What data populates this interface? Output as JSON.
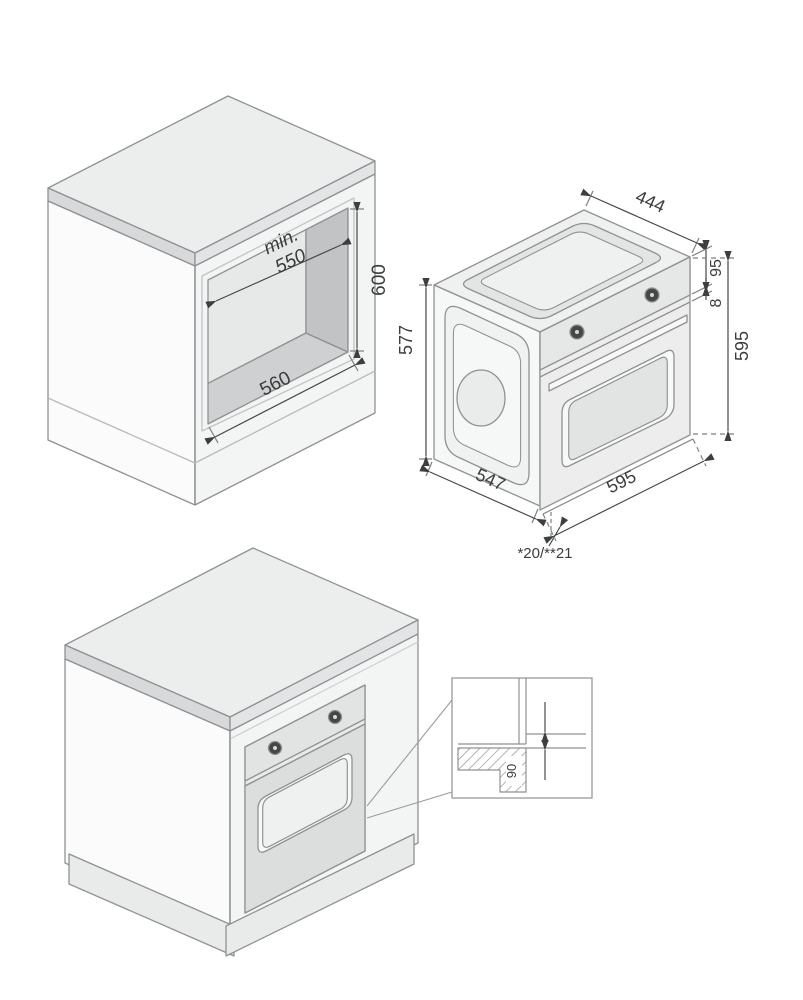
{
  "figure": {
    "kind": "built-in-oven-installation-diagram",
    "colors": {
      "outline": "#8f9194",
      "dimension": "#44474a",
      "text": "#3a3c3e",
      "background": "#ffffff"
    }
  },
  "views": {
    "cutout": {
      "depth_prefix": "min.",
      "depth_value": "550",
      "niche_height": "600",
      "niche_width": "560"
    },
    "oven": {
      "top_depth": "444",
      "panel_height": "95",
      "gap": "8",
      "side_height": "577",
      "front_height": "595",
      "bottom_depth": "547",
      "front_width": "595",
      "door_note": "*20/**21"
    },
    "detail": {
      "clearance": "90"
    }
  }
}
